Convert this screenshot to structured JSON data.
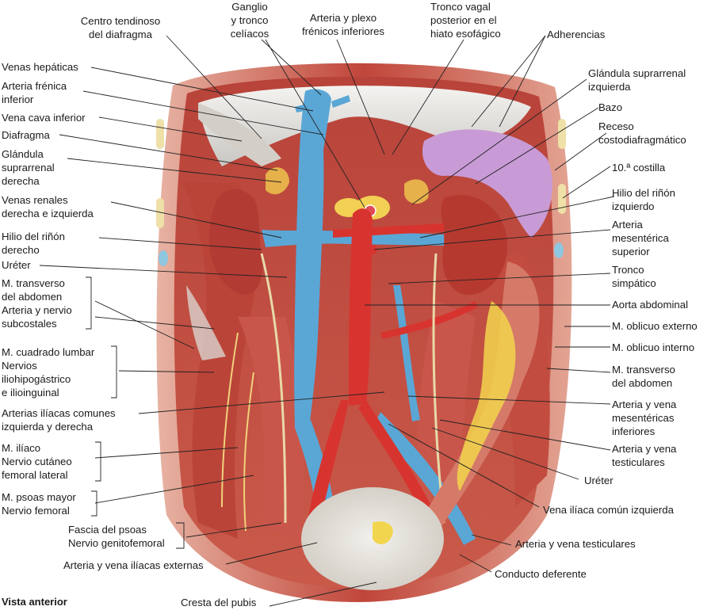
{
  "view_label": "Vista anterior",
  "labels_top": [
    {
      "id": "centro-tendinoso",
      "lines": [
        "Centro tendinoso",
        "del diafragma"
      ]
    },
    {
      "id": "ganglio-celiacos",
      "lines": [
        "Ganglio",
        "y tronco",
        "celíacos"
      ]
    },
    {
      "id": "arteria-plexo-frenicos",
      "lines": [
        "Arteria y plexo",
        "frénicos inferiores"
      ]
    },
    {
      "id": "tronco-vagal",
      "lines": [
        "Tronco vagal",
        "posterior en el",
        "hiato esofágico"
      ]
    },
    {
      "id": "adherencias",
      "lines": [
        "Adherencias"
      ]
    }
  ],
  "labels_left": [
    {
      "id": "venas-hepaticas",
      "lines": [
        "Venas hepáticas"
      ]
    },
    {
      "id": "arteria-frenica-inferior",
      "lines": [
        "Arteria frénica",
        "inferior"
      ]
    },
    {
      "id": "vena-cava-inferior",
      "lines": [
        "Vena cava inferior"
      ]
    },
    {
      "id": "diafragma",
      "lines": [
        "Diafragma"
      ]
    },
    {
      "id": "glandula-suprarrenal-derecha",
      "lines": [
        "Glándula",
        "suprarrenal",
        "derecha"
      ]
    },
    {
      "id": "venas-renales",
      "lines": [
        "Venas renales",
        "derecha e izquierda"
      ]
    },
    {
      "id": "hilio-rinon-derecho",
      "lines": [
        "Hilio del riñón",
        "derecho"
      ]
    },
    {
      "id": "ureter-left",
      "lines": [
        "Uréter"
      ]
    },
    {
      "id": "m-transverso-arteria-subcostales",
      "lines": [
        "M. transverso",
        "del abdomen",
        "Arteria y nervio",
        "subcostales"
      ]
    },
    {
      "id": "m-cuadrado-lumbar",
      "lines": [
        "M. cuadrado lumbar",
        "Nervios",
        "iliohipogástrico",
        "e ilioinguinal"
      ]
    },
    {
      "id": "arterias-iliacas-comunes",
      "lines": [
        "Arterias ilíacas comunes",
        "izquierda y derecha"
      ]
    },
    {
      "id": "m-iliaco",
      "lines": [
        "M. ilíaco",
        "Nervio cutáneo",
        "femoral lateral"
      ]
    },
    {
      "id": "m-psoas-mayor",
      "lines": [
        "M. psoas mayor",
        "Nervio femoral"
      ]
    },
    {
      "id": "fascia-psoas",
      "lines": [
        "Fascia del psoas",
        "Nervio genitofemoral"
      ]
    },
    {
      "id": "arteria-vena-iliacas-externas",
      "lines": [
        "Arteria y vena ilíacas externas"
      ]
    }
  ],
  "labels_right": [
    {
      "id": "glandula-suprarrenal-izquierda",
      "lines": [
        "Glándula suprarrenal",
        "izquierda"
      ]
    },
    {
      "id": "bazo",
      "lines": [
        "Bazo"
      ]
    },
    {
      "id": "receso-costodiafragmatico",
      "lines": [
        "Receso",
        "costodiafragmático"
      ]
    },
    {
      "id": "decima-costilla",
      "lines": [
        "10.ª costilla"
      ]
    },
    {
      "id": "hilio-rinon-izquierdo",
      "lines": [
        "Hilio del riñón",
        "izquierdo"
      ]
    },
    {
      "id": "arteria-mesenterica-superior",
      "lines": [
        "Arteria",
        "mesentérica",
        "superior"
      ]
    },
    {
      "id": "tronco-simpatico",
      "lines": [
        "Tronco",
        "simpático"
      ]
    },
    {
      "id": "aorta-abdominal",
      "lines": [
        "Aorta abdominal"
      ]
    },
    {
      "id": "m-oblicuo-externo",
      "lines": [
        "M. oblicuo externo"
      ]
    },
    {
      "id": "m-oblicuo-interno",
      "lines": [
        "M. oblicuo interno"
      ]
    },
    {
      "id": "m-transverso-abdomen-right",
      "lines": [
        "M. transverso",
        "del abdomen"
      ]
    },
    {
      "id": "arteria-vena-mesentericas-inferiores",
      "lines": [
        "Arteria y vena",
        "mesentéricas",
        "inferiores"
      ]
    },
    {
      "id": "arteria-vena-testiculares-1",
      "lines": [
        "Arteria y vena",
        "testiculares"
      ]
    },
    {
      "id": "ureter-right",
      "lines": [
        "Uréter"
      ]
    },
    {
      "id": "vena-iliaca-comun-izquierda",
      "lines": [
        "Vena ilíaca común izquierda"
      ]
    },
    {
      "id": "arteria-vena-testiculares-2",
      "lines": [
        "Arteria y vena testiculares"
      ]
    },
    {
      "id": "conducto-deferente",
      "lines": [
        "Conducto deferente"
      ]
    }
  ],
  "labels_bottom": [
    {
      "id": "cresta-pubis",
      "lines": [
        "Cresta del pubis"
      ]
    }
  ],
  "colors": {
    "muscle": "#c8493f",
    "muscle_light": "#e0826f",
    "vein": "#5aa7d6",
    "artery": "#d8342f",
    "nerve": "#f0d27a",
    "spleen": "#c79ad6",
    "kidney": "#b23b33",
    "fat": "#f2d54e",
    "fascia": "#e9e4dc",
    "bladder": "#d9d6cf",
    "line": "#222222"
  }
}
